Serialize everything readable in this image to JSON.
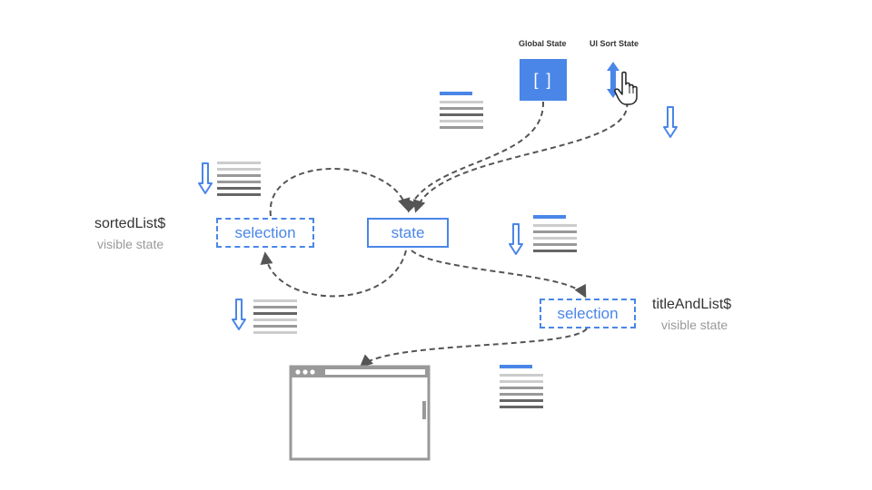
{
  "global_state": {
    "header": "Global State",
    "value": "[ ]"
  },
  "ui_sort_state": {
    "header": "UI Sort State"
  },
  "nodes": {
    "state": {
      "label": "state"
    },
    "selection_left": {
      "label": "selection"
    },
    "selection_right": {
      "label": "selection"
    }
  },
  "streams": {
    "sorted": {
      "name": "sortedList$",
      "sub": "visible state"
    },
    "title": {
      "name": "titleAndList$",
      "sub": "visible state"
    }
  },
  "colors": {
    "accent": "#4a86e8",
    "arrow": "#555555",
    "light_line": "#cccccc",
    "mid_line": "#999999",
    "dark_line": "#666666"
  },
  "icons": [
    "down-arrow-icon",
    "up-down-arrow-icon",
    "hand-cursor-icon",
    "list-doc-icon",
    "browser-window-icon"
  ]
}
